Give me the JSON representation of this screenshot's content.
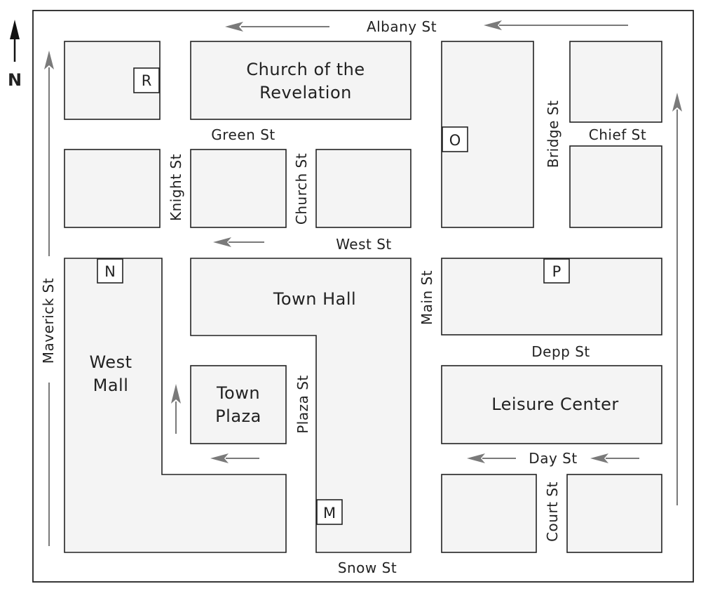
{
  "compass": {
    "label": "N"
  },
  "streets": {
    "albany": "Albany St",
    "green": "Green St",
    "chief": "Chief St",
    "bridge": "Bridge St",
    "knight": "Knight St",
    "church": "Church St",
    "west": "West St",
    "maverick": "Maverick St",
    "main": "Main St",
    "depp": "Depp St",
    "plaza": "Plaza St",
    "day": "Day St",
    "court": "Court St",
    "snow": "Snow St"
  },
  "buildings": {
    "church_line1": "Church of the",
    "church_line2": "Revelation",
    "town_hall": "Town Hall",
    "west_mall_line1": "West",
    "west_mall_line2": "Mall",
    "town_plaza_line1": "Town",
    "town_plaza_line2": "Plaza",
    "leisure_center": "Leisure Center"
  },
  "markers": {
    "r": "R",
    "o": "O",
    "n": "N",
    "p": "P",
    "m": "M"
  },
  "colors": {
    "block_fill": "#f4f4f4",
    "outline": "#222222",
    "arrow": "#7a7a7a"
  }
}
